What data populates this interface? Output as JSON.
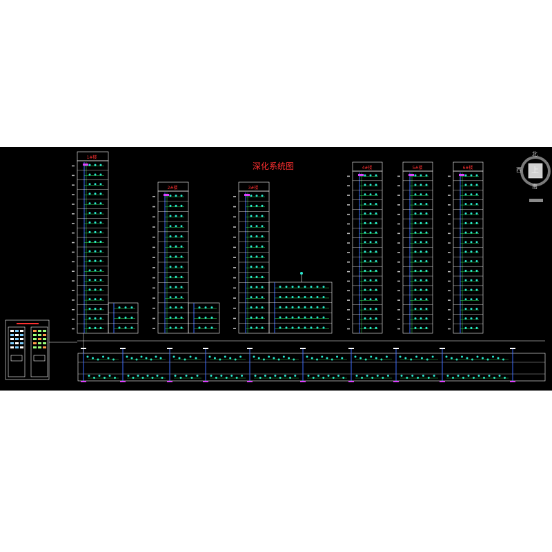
{
  "diagram": {
    "title": "深化系统图",
    "buildings": [
      {
        "id": "b1",
        "name": "1#楼",
        "floors": 18
      },
      {
        "id": "b2",
        "name": "2#楼",
        "floors": 14
      },
      {
        "id": "b3",
        "name": "3#楼",
        "floors": 14
      },
      {
        "id": "b4",
        "name": "4#楼",
        "floors": 17
      },
      {
        "id": "b5",
        "name": "5#楼",
        "floors": 17
      },
      {
        "id": "b6",
        "name": "6#楼",
        "floors": 17
      }
    ],
    "compass": {
      "north": "北",
      "south": "南",
      "west": "西",
      "center": "上"
    },
    "colors": {
      "background": "#000000",
      "outline": "#ffffff",
      "title": "#ff3030",
      "riser": "#3d6bff",
      "device": "#29e8d0",
      "branch": "#2de05a",
      "cap": "#e040ff",
      "base": "#ffd34d"
    }
  }
}
